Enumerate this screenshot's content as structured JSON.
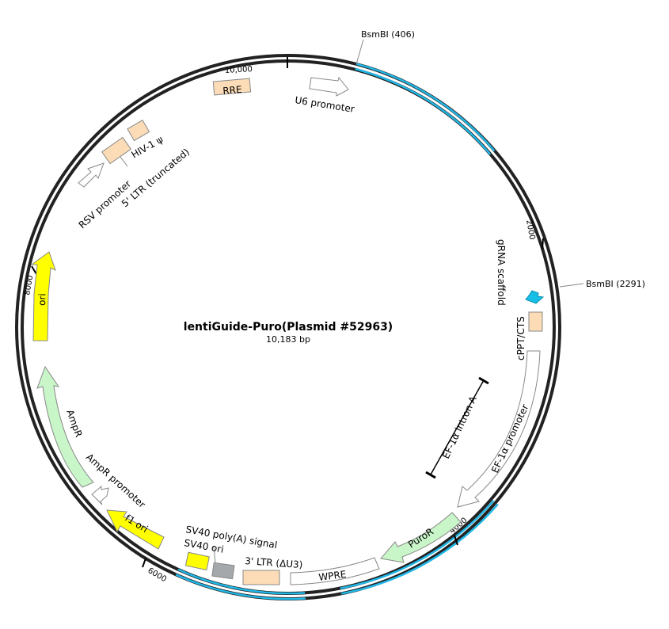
{
  "title": "lentiGuide-Puro(Plasmid #52963)",
  "length_label": "10,183 bp",
  "ticks": {
    "t10000": "10,000",
    "t2000": "2000",
    "t4000": "4000",
    "t6000": "6000",
    "t8000": "8000"
  },
  "sites": {
    "bsmbi1": "BsmBI  (406)",
    "bsmbi2": "BsmBI  (2291)"
  },
  "features": {
    "u6": "U6 promoter",
    "rre": "RRE",
    "hiv": "HIV-1 ψ",
    "ltr5": "5' LTR (truncated)",
    "rsv": "RSV promoter",
    "ori": "ori",
    "ampr": "AmpR",
    "amprprom": "AmpR promoter",
    "f1": "f1 ori",
    "sv40polya": "SV40 poly(A) signal",
    "sv40ori": "SV40 ori",
    "ltr3": "3' LTR (ΔU3)",
    "wpre": "WPRE",
    "puror": "PuroR",
    "ef1a": "EF-1α promoter",
    "ef1aintron": "EF-1α intron A",
    "cppt": "cPPT/CTS",
    "grna": "gRNA scaffold"
  },
  "colors": {
    "backbone": "#222222",
    "highlight": "#21b7e6",
    "promoter": "#ffffff",
    "ori": "#ffff00",
    "resistance": "#c9f6c9",
    "misc": "#fbdcb7",
    "sv40ori": "#a4a8ab",
    "grna": "#17bee5"
  }
}
